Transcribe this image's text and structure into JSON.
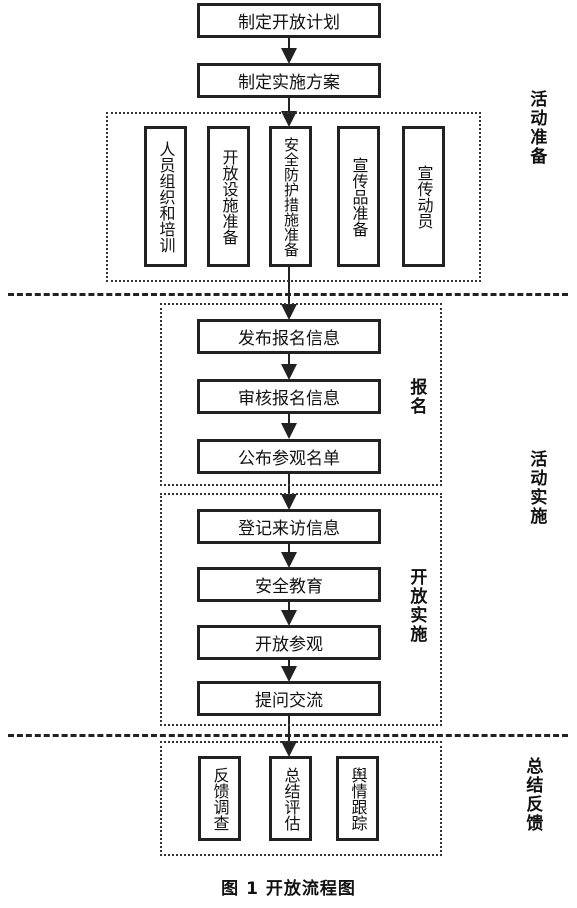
{
  "steps": {
    "plan": "制定开放计划",
    "scheme": "制定实施方案",
    "publish_info": "发布报名信息",
    "review_info": "审核报名信息",
    "announce_list": "公布参观名单",
    "register_visitors": "登记来访信息",
    "safety_edu": "安全教育",
    "open_visit": "开放参观",
    "qa": "提问交流"
  },
  "prep_items": [
    "人员组织和培训",
    "开放设施准备",
    "安全防护措施准备",
    "宣传品准备",
    "宣传动员"
  ],
  "feedback_items": [
    "反馈调查",
    "总结评估",
    "舆情跟踪"
  ],
  "sections": {
    "activity_prep": "活动准备",
    "activity_impl": "活动实施",
    "signup": "报名",
    "open_impl": "开放实施",
    "summary_feedback": "总结反馈"
  },
  "caption": "图 1    开放流程图"
}
